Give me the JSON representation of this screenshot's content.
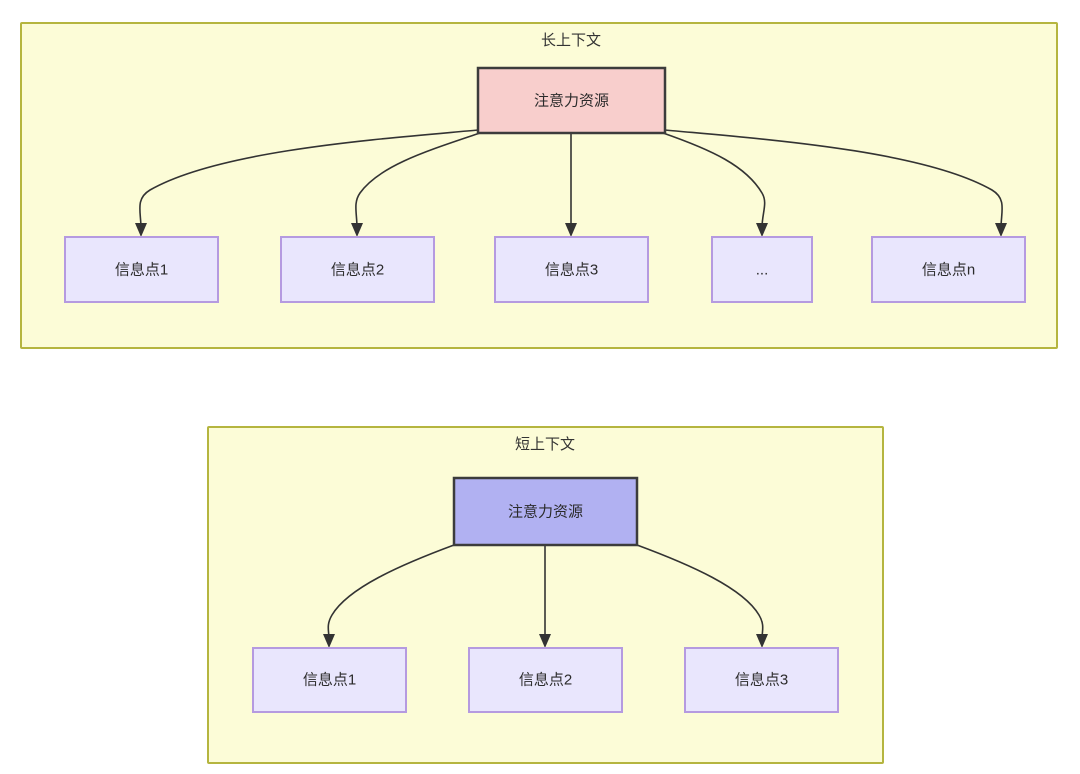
{
  "diagram": {
    "type": "flow-diagram",
    "background_color": "#ffffff",
    "panels": [
      {
        "id": "long-context",
        "title": "长上下文",
        "fill": "#fcfcd7",
        "border": "#b5b53f",
        "root": {
          "label": "注意力资源",
          "fill": "#f8cecc",
          "border": "#3c3c3c"
        },
        "leaves": [
          {
            "label": "信息点1"
          },
          {
            "label": "信息点2"
          },
          {
            "label": "信息点3"
          },
          {
            "label": "..."
          },
          {
            "label": "信息点n"
          }
        ],
        "leaf_fill": "#e9e6fd",
        "leaf_border": "#b59ae0"
      },
      {
        "id": "short-context",
        "title": "短上下文",
        "fill": "#fcfcd7",
        "border": "#b5b53f",
        "root": {
          "label": "注意力资源",
          "fill": "#b1b1f2",
          "border": "#3c3c3c"
        },
        "leaves": [
          {
            "label": "信息点1"
          },
          {
            "label": "信息点2"
          },
          {
            "label": "信息点3"
          }
        ],
        "leaf_fill": "#e9e6fd",
        "leaf_border": "#b59ae0"
      }
    ],
    "edge_color": "#333333"
  }
}
